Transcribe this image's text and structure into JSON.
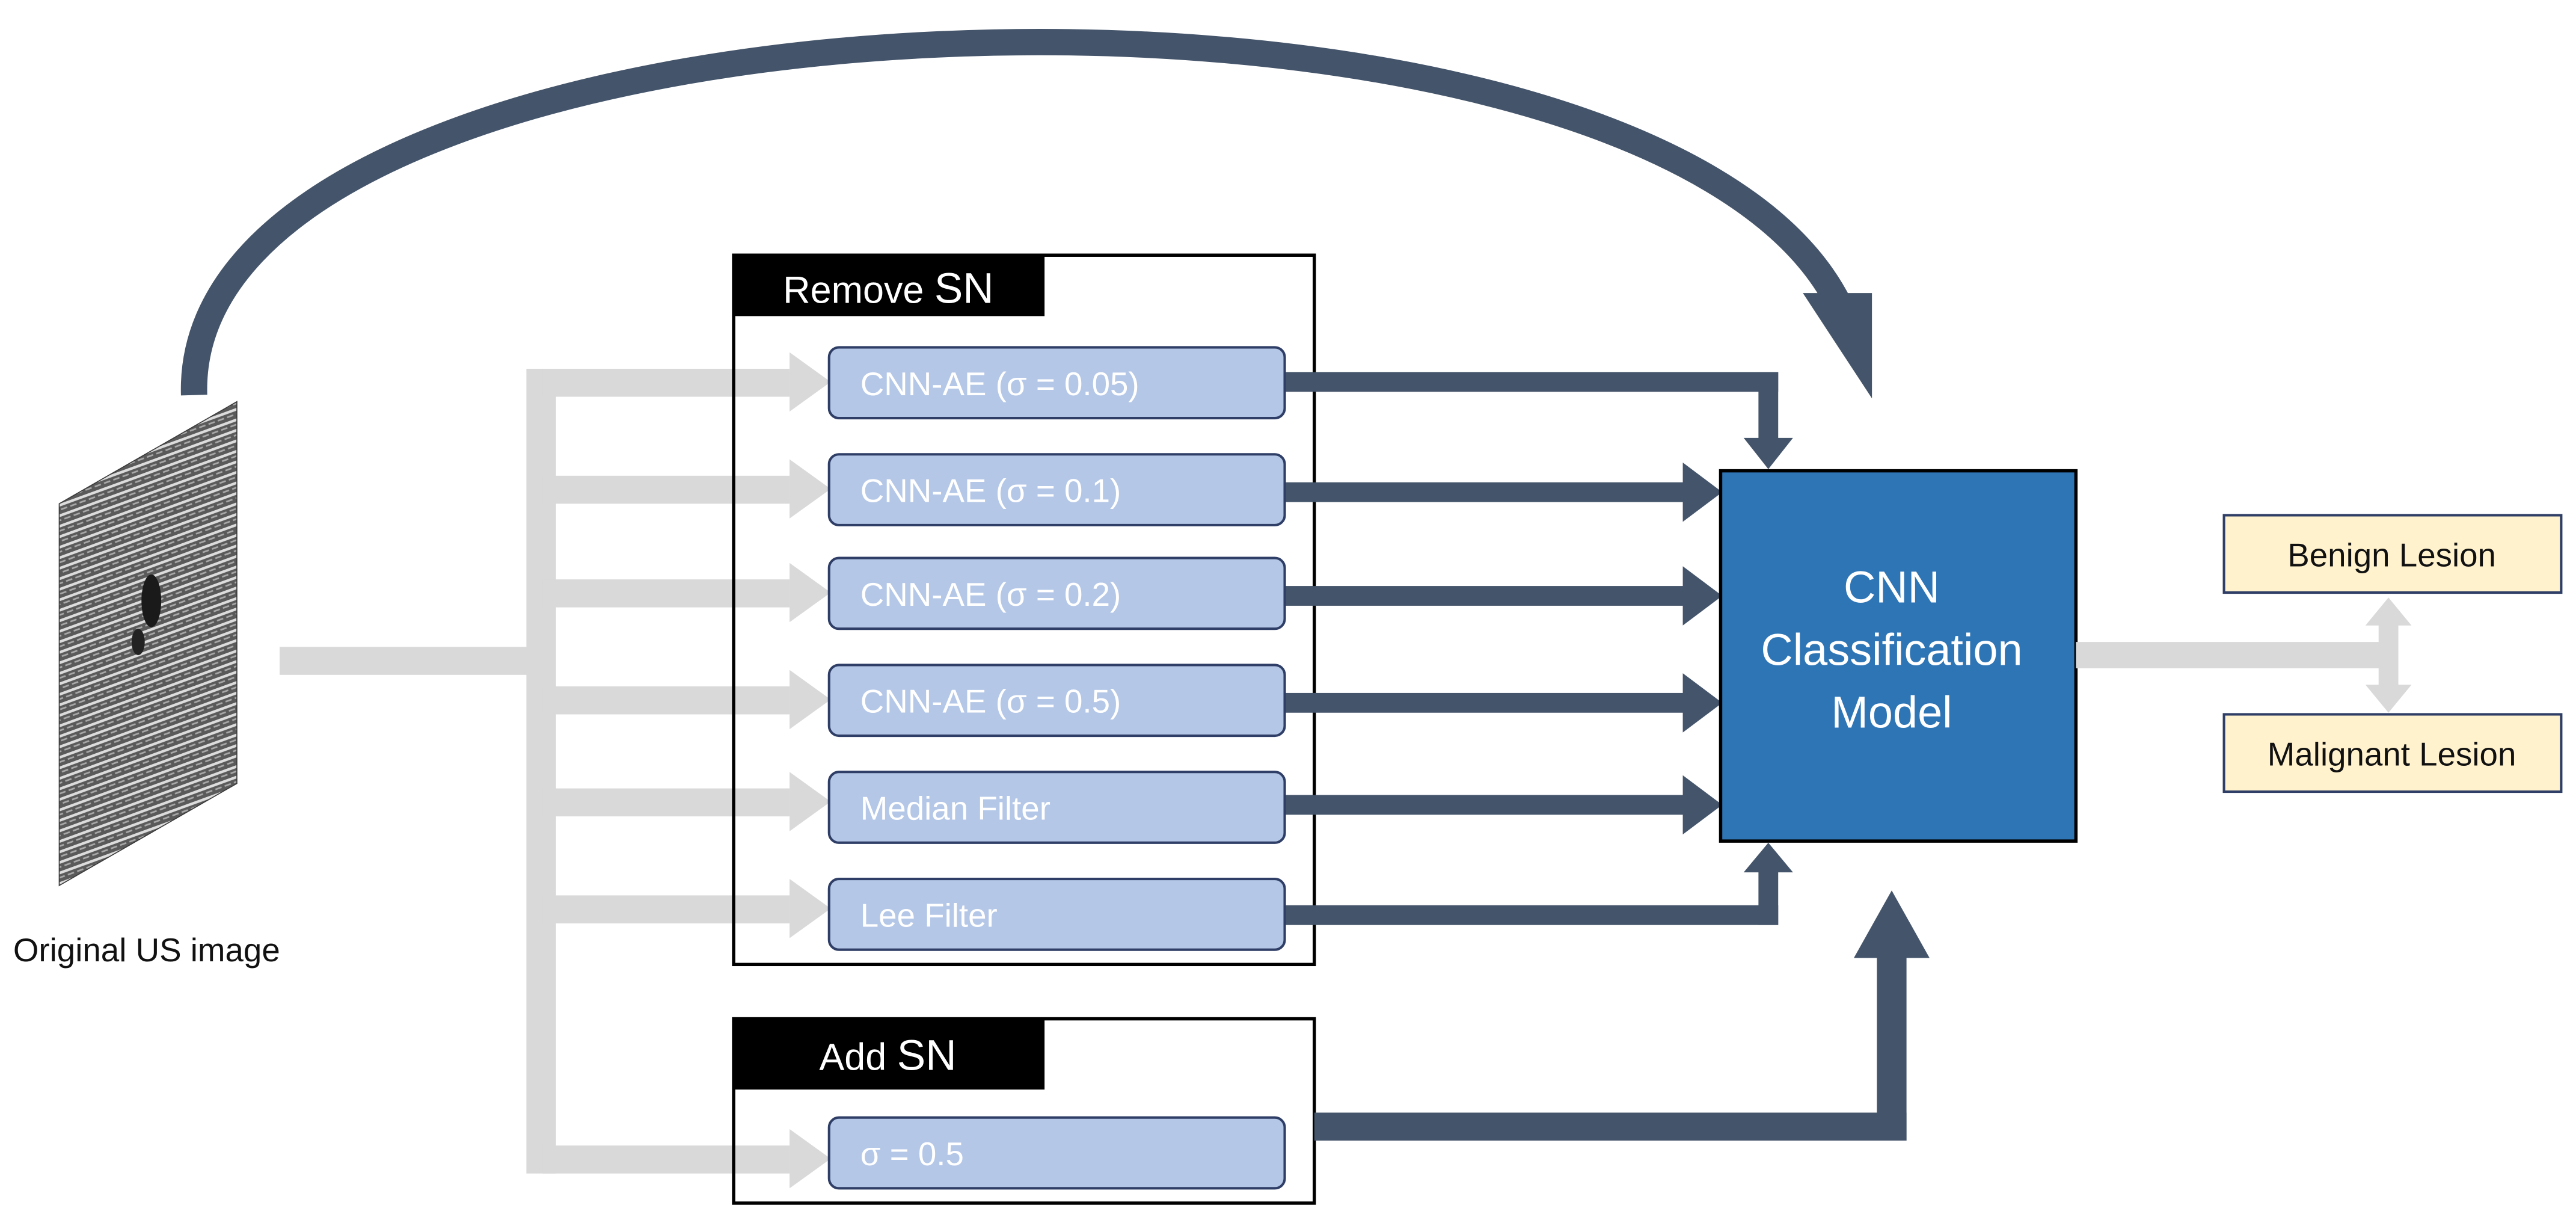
{
  "input": {
    "caption": "Original US image"
  },
  "remove_group": {
    "title_prefix": "Remove ",
    "title_suffix": "SN",
    "items": [
      {
        "label": "CNN-AE (σ = 0.05)"
      },
      {
        "label": "CNN-AE (σ = 0.1)"
      },
      {
        "label": "CNN-AE (σ = 0.2)"
      },
      {
        "label": "CNN-AE (σ = 0.5)"
      },
      {
        "label": "Median Filter"
      },
      {
        "label": "Lee Filter"
      }
    ]
  },
  "add_group": {
    "title_prefix": "Add ",
    "title_suffix": "SN",
    "items": [
      {
        "label": "σ = 0.5"
      }
    ]
  },
  "model": {
    "line1": "CNN",
    "line2": "Classification",
    "line3": "Model"
  },
  "outputs": {
    "benign": "Benign Lesion",
    "malignant": "Malignant Lesion"
  },
  "colors": {
    "dark_arrow": "#44546A",
    "light_arrow": "#D9D9D9",
    "filter_box_fill": "#B4C7E7",
    "filter_box_stroke": "#2F3E66",
    "model_fill": "#2E75B6",
    "output_fill": "#FFF2CC",
    "label_bg": "#000000",
    "label_text": "#FFFFFF"
  },
  "icons": {
    "input_image": "ultrasound-image-icon"
  }
}
